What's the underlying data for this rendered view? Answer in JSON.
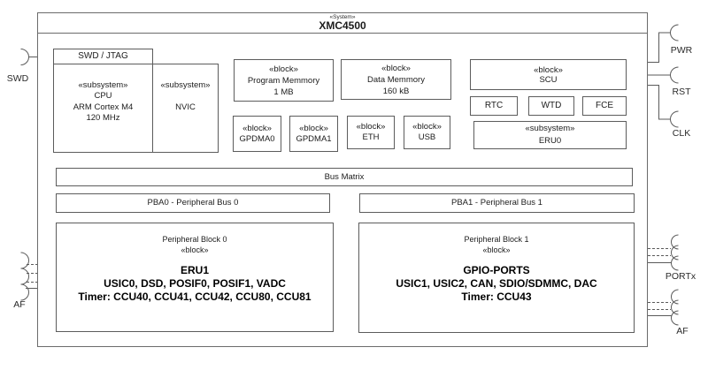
{
  "window": {
    "stereotype": "«System»",
    "title": "XMC4500"
  },
  "blocks": {
    "swd_jtag": {
      "label": "SWD / JTAG"
    },
    "cpu": {
      "stereotype": "«subsystem»",
      "name": "CPU",
      "detail1": "ARM Cortex M4",
      "detail2": "120 MHz"
    },
    "nvic": {
      "stereotype": "«subsystem»",
      "name": "NVIC"
    },
    "program_memory": {
      "stereotype": "«block»",
      "name": "Program Memmory",
      "detail": "1 MB"
    },
    "data_memory": {
      "stereotype": "«block»",
      "name": "Data Memmory",
      "detail": "160 kB"
    },
    "gpdma0": {
      "stereotype": "«block»",
      "name": "GPDMA0"
    },
    "gpdma1": {
      "stereotype": "«block»",
      "name": "GPDMA1"
    },
    "eth": {
      "stereotype": "«block»",
      "name": "ETH"
    },
    "usb": {
      "stereotype": "«block»",
      "name": "USB"
    },
    "scu": {
      "stereotype": "«block»",
      "name": "SCU"
    },
    "rtc": {
      "name": "RTC"
    },
    "wtd": {
      "name": "WTD"
    },
    "fce": {
      "name": "FCE"
    },
    "eru0": {
      "stereotype": "«subsystem»",
      "name": "ERU0"
    },
    "bus_matrix": {
      "name": "Bus Matrix"
    },
    "pba0": {
      "name": "PBA0 - Peripheral Bus 0"
    },
    "pba1": {
      "name": "PBA1 - Peripheral Bus 1"
    },
    "peripheral_block_0": {
      "title": "Peripheral Block 0",
      "stereotype": "«block»",
      "bold1": "ERU1",
      "bold2": "USIC0, DSD, POSIF0, POSIF1, VADC",
      "bold3": "Timer: CCU40, CCU41, CCU42, CCU80, CCU81"
    },
    "peripheral_block_1": {
      "title": "Peripheral Block 1",
      "stereotype": "«block»",
      "bold1": "GPIO-PORTS",
      "bold2": "USIC1, USIC2, CAN, SDIO/SDMMC, DAC",
      "bold3": "Timer: CCU43"
    }
  },
  "ports": {
    "swd": "SWD",
    "pwr": "PWR",
    "rst": "RST",
    "clk": "CLK",
    "portx": "PORTx",
    "af_left": "AF",
    "af_right": "AF"
  }
}
